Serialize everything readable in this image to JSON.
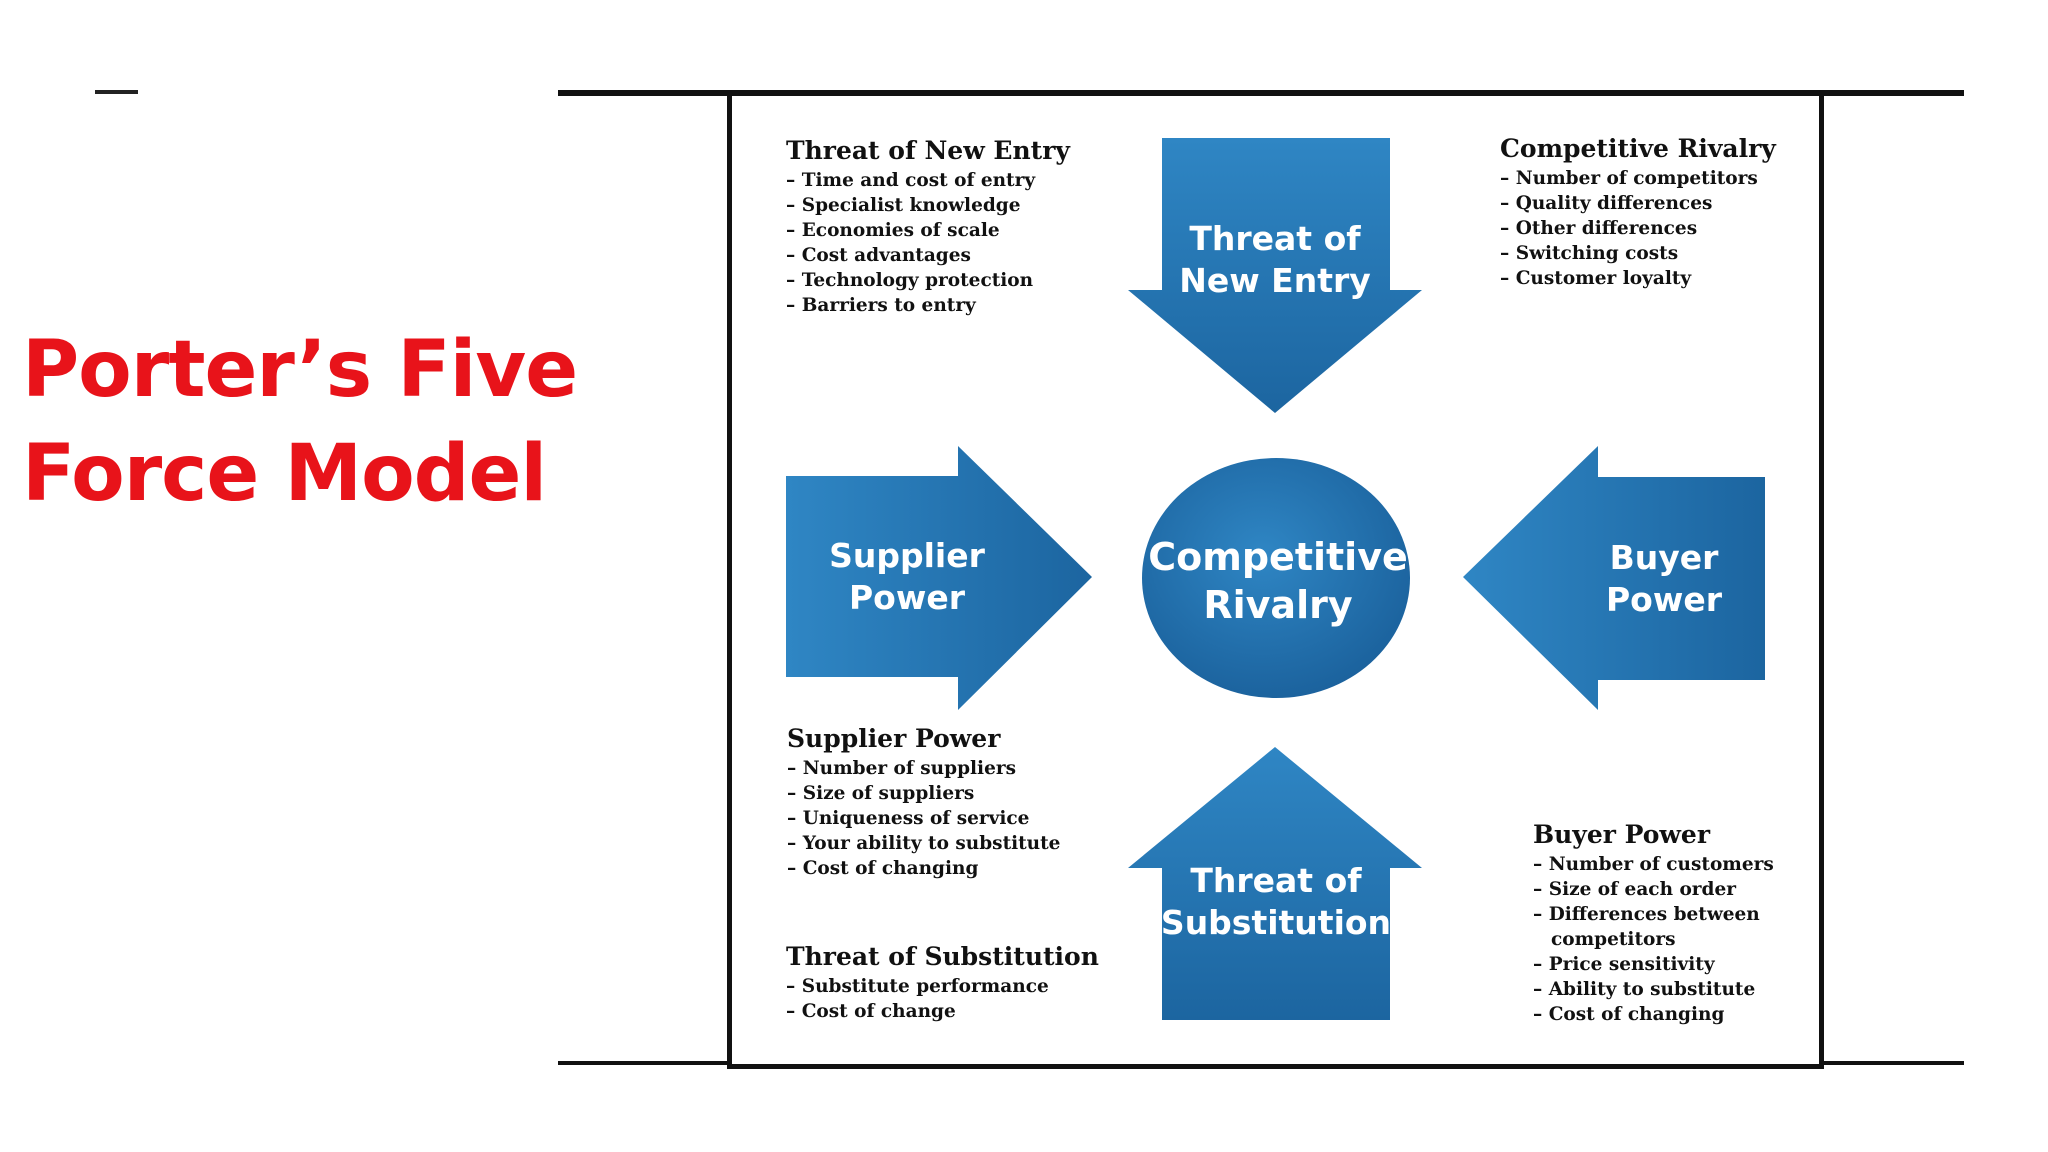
{
  "slide": {
    "title_line1": "Porter’s Five",
    "title_line2": "Force Model"
  },
  "diagram": {
    "colors": {
      "shape_fill": "#1f6fad",
      "shape_highlight": "#2d84c2",
      "title_red": "#e8131a"
    },
    "center": {
      "line1": "Competitive",
      "line2": "Rivalry"
    },
    "arrows": {
      "top": {
        "line1": "Threat of",
        "line2": "New Entry"
      },
      "left": {
        "line1": "Supplier",
        "line2": "Power"
      },
      "right": {
        "line1": "Buyer",
        "line2": "Power"
      },
      "bottom": {
        "line1": "Threat of",
        "line2": "Substitution"
      }
    },
    "blocks": {
      "new_entry": {
        "heading": "Threat of New Entry",
        "items": [
          "Time and cost of entry",
          "Specialist knowledge",
          "Economies of scale",
          "Cost advantages",
          "Technology protection",
          "Barriers to entry"
        ]
      },
      "rivalry": {
        "heading": "Competitive Rivalry",
        "items": [
          "Number of competitors",
          "Quality differences",
          "Other differences",
          "Switching costs",
          "Customer loyalty"
        ]
      },
      "supplier": {
        "heading": "Supplier Power",
        "items": [
          "Number of suppliers",
          "Size of suppliers",
          "Uniqueness of service",
          "Your ability to substitute",
          "Cost of changing"
        ]
      },
      "substitution": {
        "heading": "Threat of Substitution",
        "items": [
          "Substitute performance",
          "Cost of change"
        ]
      },
      "buyer": {
        "heading": "Buyer Power",
        "items": [
          "Number of customers",
          "Size of each order",
          "Differences between competitors",
          "Price sensitivity",
          "Ability to substitute",
          "Cost of changing"
        ]
      }
    }
  }
}
